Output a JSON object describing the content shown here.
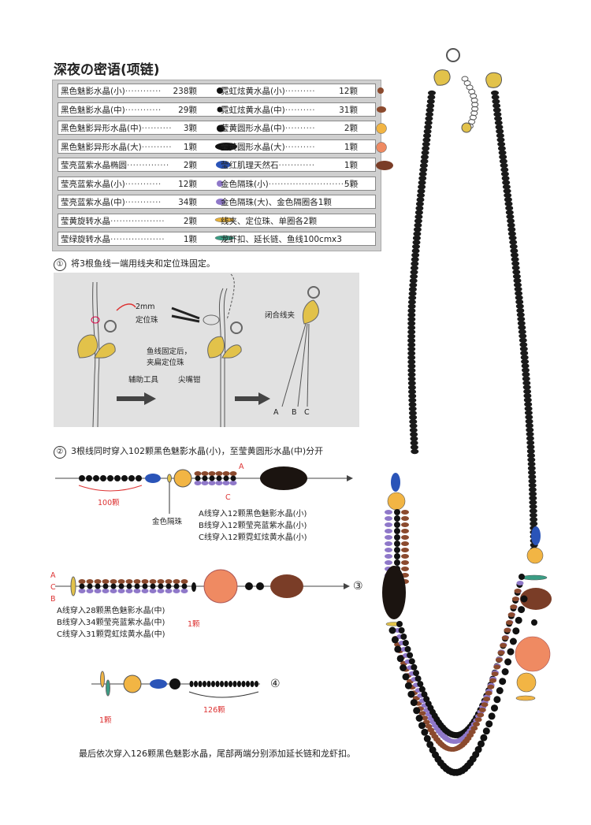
{
  "title": "深夜の密语(项链)",
  "materials": {
    "left": [
      {
        "name": "黑色魅影水晶(小)",
        "dots": "············",
        "count": "238颗",
        "swatch": {
          "shape": "dot",
          "color": "#111111"
        }
      },
      {
        "name": "黑色魅影水晶(中)",
        "dots": "············",
        "count": "29颗",
        "swatch": {
          "shape": "dot-sm",
          "color": "#111111"
        }
      },
      {
        "name": "黑色魅影异形水晶(中)",
        "dots": "··········",
        "count": "3颗",
        "swatch": {
          "shape": "blob",
          "color": "#111111"
        }
      },
      {
        "name": "黑色魅影异形水晶(大)",
        "dots": "··········",
        "count": "1颗",
        "swatch": {
          "shape": "ellipse-lg",
          "color": "#111111"
        }
      },
      {
        "name": "莹亮蓝紫水晶椭圆",
        "dots": "··············",
        "count": "2颗",
        "swatch": {
          "shape": "ellipse",
          "color": "#2a54b8"
        }
      },
      {
        "name": "莹亮蓝紫水晶(小)",
        "dots": "············",
        "count": "12颗",
        "swatch": {
          "shape": "dot",
          "color": "#8f78c9"
        }
      },
      {
        "name": "莹亮蓝紫水晶(中)",
        "dots": "············",
        "count": "34颗",
        "swatch": {
          "shape": "ellipse-sm",
          "color": "#8f78c9"
        }
      },
      {
        "name": "莹黄旋转水晶",
        "dots": "··················",
        "count": "2颗",
        "swatch": {
          "shape": "disc",
          "color": "#e8b23a"
        }
      },
      {
        "name": "莹绿旋转水晶",
        "dots": "··················",
        "count": "1颗",
        "swatch": {
          "shape": "disc",
          "color": "#3a9d84"
        }
      }
    ],
    "right": [
      {
        "name": "霓虹炫黄水晶(小)",
        "dots": "··········",
        "count": "12颗",
        "swatch": {
          "shape": "dot",
          "color": "#8b4a2e"
        }
      },
      {
        "name": "霓虹炫黄水晶(中)",
        "dots": "··········",
        "count": "31颗",
        "swatch": {
          "shape": "ellipse-sm",
          "color": "#8b4a2e"
        }
      },
      {
        "name": "莹黄圆形水晶(中)",
        "dots": "··········",
        "count": "2颗",
        "swatch": {
          "shape": "circle",
          "color": "#f2b544"
        }
      },
      {
        "name": "莹黄圆形水晶(大)",
        "dots": "··········",
        "count": "1颗",
        "swatch": {
          "shape": "circle",
          "color": "#ef8a62"
        }
      },
      {
        "name": "莹红肌理天然石",
        "dots": "············",
        "count": "1颗",
        "swatch": {
          "shape": "ellipse-md",
          "color": "#7a3d27"
        }
      },
      {
        "name": "金色隔珠(小)",
        "dots": "······························",
        "count": "5颗",
        "swatch": {
          "shape": "none",
          "color": ""
        }
      },
      {
        "name": "金色隔珠(大)、金色隔圈各1颗",
        "dots": "",
        "count": "",
        "swatch": {
          "shape": "none",
          "color": ""
        }
      },
      {
        "name": "线夹、定位珠、单圈各2颗",
        "dots": "",
        "count": "",
        "swatch": {
          "shape": "none",
          "color": ""
        }
      },
      {
        "name": "龙虾扣、延长链、鱼线100cmx3",
        "dots": "",
        "count": "",
        "swatch": {
          "shape": "none",
          "color": ""
        }
      }
    ]
  },
  "step1": {
    "num": "①",
    "text": "将3根鱼线一端用线夹和定位珠固定。",
    "bead_size": "2mm",
    "bead_name": "定位珠",
    "note_line1": "鱼线固定后，",
    "note_line2": "夹扁定位珠",
    "tool_left": "辅助工具",
    "tool_right": "尖嘴钳",
    "close_clip": "闭合线夹",
    "a": "A",
    "b": "B",
    "c": "C"
  },
  "step2": {
    "num": "②",
    "text": "3根线同时穿入102颗黑色魅影水晶(小)，至莹黄圆形水晶(中)分开",
    "count_label": "100颗",
    "gold_spacer": "金色隔珠",
    "label_a": "A",
    "label_c": "C",
    "lines": [
      "A线穿入12颗黑色魅影水晶(小)",
      "B线穿入12颗莹亮蓝紫水晶(小)",
      "C线穿入12颗霓虹炫黄水晶(小)"
    ]
  },
  "step3": {
    "num": "③",
    "label_a": "A",
    "label_c": "C",
    "label_b": "B",
    "one_bead": "1颗",
    "lines": [
      "A线穿入28颗黑色魅影水晶(中)",
      "B线穿入34颗莹亮蓝紫水晶(中)",
      "C线穿入31颗霓虹炫黄水晶(中)"
    ]
  },
  "step4": {
    "num": "④",
    "one_bead": "1颗",
    "count_label": "126颗"
  },
  "footer": "最后依次穿入126颗黑色魅影水晶，尾部两端分别添加延长链和龙虾扣。",
  "colors": {
    "black_bead": "#111111",
    "blue_oval": "#2a54b8",
    "violet": "#8f78c9",
    "amber": "#f2b544",
    "coral": "#ef8a62",
    "brown": "#8b4a2e",
    "red_stone": "#7a3d27",
    "gold": "#e2c24a",
    "teal": "#3a9d84",
    "panel_gray": "#e1e1e1"
  }
}
